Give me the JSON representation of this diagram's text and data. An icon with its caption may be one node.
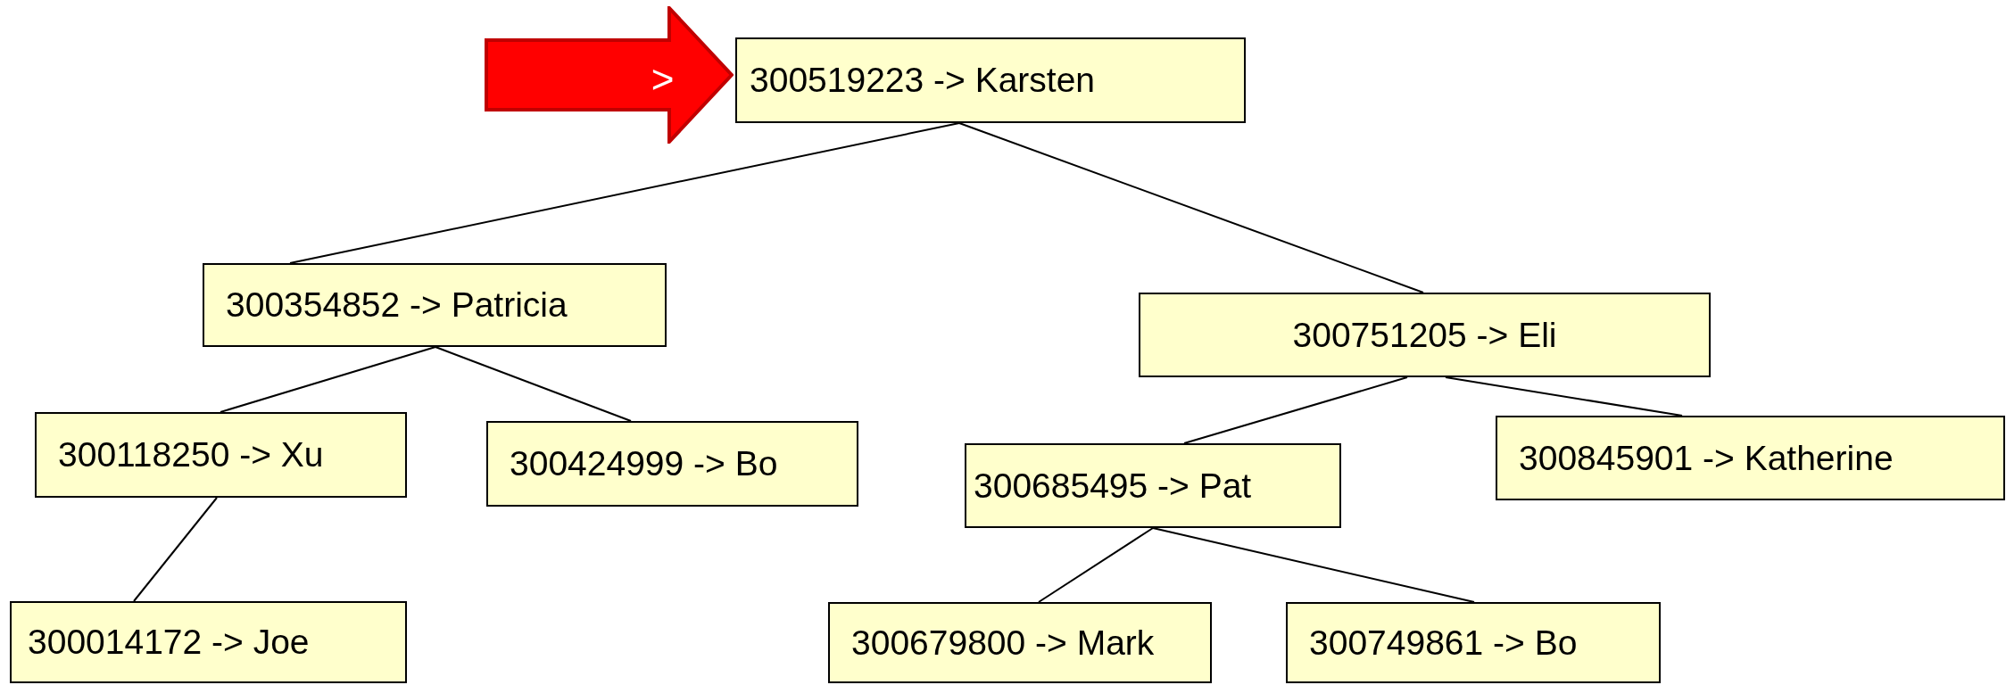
{
  "diagram": {
    "nodes": [
      {
        "text": [
          ">"
        ]
      },
      {
        "text": [
          "300519223 -> Karsten"
        ]
      },
      {
        "text": [
          "300354852 -> Patricia"
        ]
      },
      {
        "text": [
          "300751205 -> Eli"
        ]
      },
      {
        "text": [
          "300118250 -> Xu"
        ]
      },
      {
        "text": [
          "300424999 -> Bo"
        ]
      },
      {
        "text": [
          "300685495 -> Pat"
        ]
      },
      {
        "text": [
          "300845901 -> Katherine"
        ]
      },
      {
        "text": [
          "300014172 -> Joe"
        ]
      },
      {
        "text": [
          "300679800 -> Mark"
        ]
      },
      {
        "text": [
          "300749861 -> Bo"
        ]
      }
    ],
    "edges": [
      {
        "from": 1,
        "to": 2,
        "arrow": "none"
      },
      {
        "from": 1,
        "to": 3,
        "arrow": "none"
      },
      {
        "from": 2,
        "to": 4,
        "arrow": "none"
      },
      {
        "from": 2,
        "to": 5,
        "arrow": "none"
      },
      {
        "from": 3,
        "to": 6,
        "arrow": "none"
      },
      {
        "from": 3,
        "to": 7,
        "arrow": "none"
      },
      {
        "from": 4,
        "to": 8,
        "arrow": "none"
      },
      {
        "from": 6,
        "to": 9,
        "arrow": "none"
      },
      {
        "from": 6,
        "to": 10,
        "arrow": "none"
      }
    ]
  }
}
